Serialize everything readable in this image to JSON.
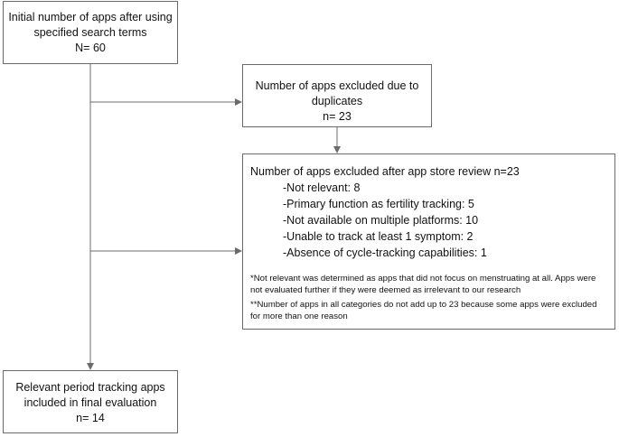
{
  "boxes": {
    "initial": {
      "lines": [
        "Initial number of apps after using",
        "specified search terms",
        "N= 60"
      ]
    },
    "duplicates": {
      "lines": [
        "Number of apps excluded due to",
        "duplicates",
        "n= 23"
      ]
    },
    "review": {
      "heading": "Number of apps excluded after app store review n=23",
      "reasons": [
        "-Not relevant: 8",
        "-Primary function as fertility tracking: 5",
        "-Not available on multiple platforms: 10",
        "-Unable to track at least 1 symptom: 2",
        "-Absence of cycle-tracking capabilities: 1"
      ],
      "notes": [
        "*Not relevant was determined as apps that did not focus on menstruating at all. Apps were not evaluated further if they were deemed as irrelevant to our research",
        "**Number of apps in all categories do not add up to 23 because some apps were excluded for more than one reason"
      ]
    },
    "final": {
      "lines": [
        "Relevant period tracking apps",
        "included in final evaluation",
        "n= 14"
      ]
    }
  },
  "colors": {
    "border": "#6b6b6b",
    "arrow": "#6b6b6b",
    "text": "#111111"
  }
}
